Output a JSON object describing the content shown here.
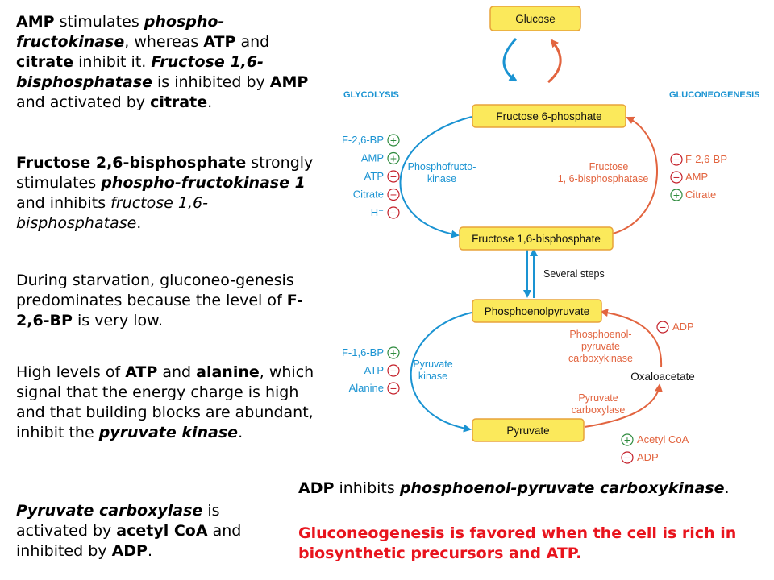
{
  "left_text": {
    "p1": {
      "s1": "AMP",
      "s2": " stimulates ",
      "s3": "phospho-fructokinase",
      "s4": ", whereas ",
      "s5": "ATP",
      "s6": " and ",
      "s7": "citrate",
      "s8": " inhibit it. ",
      "s9": "Fructose 1,6-bisphosphatase",
      "s10": " is inhibited by ",
      "s11": "AMP",
      "s12": " and activated by ",
      "s13": "citrate",
      "s14": "."
    },
    "p2": {
      "s1": "Fructose 2,6-bisphosphate",
      "s2": " strongly stimulates ",
      "s3": "phospho-fructokinase 1",
      "s4": " and inhibits ",
      "s5": "fructose 1,6-bisphosphatase",
      "s6": "."
    },
    "p3": {
      "s1": "During starvation, gluconeo-genesis predominates because the level of ",
      "s2": "F-2,6-BP",
      "s3": " is very low."
    },
    "p4": {
      "s1": "High levels of ",
      "s2": "ATP",
      "s3": " and ",
      "s4": "alanine",
      "s5": ", which signal that the energy charge is high and that building blocks are abundant, inhibit the ",
      "s6": "pyruvate kinase",
      "s7": "."
    },
    "p5": {
      "s1": "Pyruvate carboxylase",
      "s2": " is activated by ",
      "s3": "acetyl CoA",
      "s4": " and inhibited by ",
      "s5": "ADP",
      "s6": "."
    }
  },
  "bottom_text": {
    "p6": {
      "s1": "ADP",
      "s2": " inhibits ",
      "s3": "phosphoenol-pyruvate carboxykinase",
      "s4": "."
    },
    "p7": "Gluconeogenesis is favored when the cell is rich in biosynthetic precursors and ATP."
  },
  "diagram": {
    "nodes": {
      "glucose": "Glucose",
      "f6p": "Fructose 6-phosphate",
      "f16bp": "Fructose 1,6-bisphosphate",
      "pep": "Phosphoenolpyruvate",
      "pyruvate": "Pyruvate",
      "oxaloacetate": "Oxaloacetate"
    },
    "headers": {
      "glycolysis": "GLYCOLYSIS",
      "gluconeogenesis": "GLUCONEOGENESIS"
    },
    "several_steps": "Several steps",
    "enzymes": {
      "pfk_1": "Phosphofructo-",
      "pfk_2": "kinase",
      "fbpase_1": "Fructose",
      "fbpase_2": "1, 6-bisphosphatase",
      "pepck_1": "Phosphoenol-",
      "pepck_2": "pyruvate",
      "pepck_3": "carboxykinase",
      "pk_1": "Pyruvate",
      "pk_2": "kinase",
      "pc_1": "Pyruvate",
      "pc_2": "carboxylase"
    },
    "effectors": {
      "pfk": [
        {
          "name": "F-2,6-BP",
          "sign": "+"
        },
        {
          "name": "AMP",
          "sign": "+"
        },
        {
          "name": "ATP",
          "sign": "−"
        },
        {
          "name": "Citrate",
          "sign": "−"
        },
        {
          "name": "H⁺",
          "sign": "−"
        }
      ],
      "fbpase": [
        {
          "name": "F-2,6-BP",
          "sign": "−"
        },
        {
          "name": "AMP",
          "sign": "−"
        },
        {
          "name": "Citrate",
          "sign": "+"
        }
      ],
      "pepck": [
        {
          "name": "ADP",
          "sign": "−"
        }
      ],
      "pk": [
        {
          "name": "F-1,6-BP",
          "sign": "+"
        },
        {
          "name": "ATP",
          "sign": "−"
        },
        {
          "name": "Alanine",
          "sign": "−"
        }
      ],
      "pc": [
        {
          "name": "Acetyl CoA",
          "sign": "+"
        },
        {
          "name": "ADP",
          "sign": "−"
        }
      ]
    },
    "colors": {
      "glycolysis": "#1a93d2",
      "gluconeogenesis": "#e2643f",
      "box_fill": "#fbe95b",
      "box_stroke": "#e8a33a"
    }
  }
}
